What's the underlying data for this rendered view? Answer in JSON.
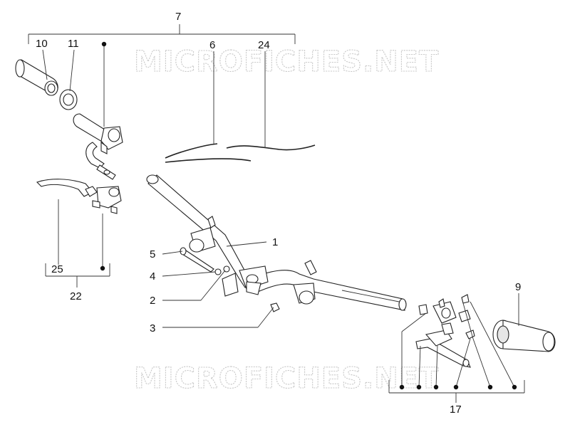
{
  "watermark": {
    "text": "MICROFICHES.NET"
  },
  "callouts": [
    {
      "id": "c7",
      "label": "7"
    },
    {
      "id": "c10",
      "label": "10"
    },
    {
      "id": "c11",
      "label": "11"
    },
    {
      "id": "c6",
      "label": "6"
    },
    {
      "id": "c24",
      "label": "24"
    },
    {
      "id": "c1",
      "label": "1"
    },
    {
      "id": "c5",
      "label": "5"
    },
    {
      "id": "c4",
      "label": "4"
    },
    {
      "id": "c2",
      "label": "2"
    },
    {
      "id": "c3",
      "label": "3"
    },
    {
      "id": "c25",
      "label": "25"
    },
    {
      "id": "c22",
      "label": "22"
    },
    {
      "id": "c9",
      "label": "9"
    },
    {
      "id": "c17",
      "label": "17"
    }
  ]
}
